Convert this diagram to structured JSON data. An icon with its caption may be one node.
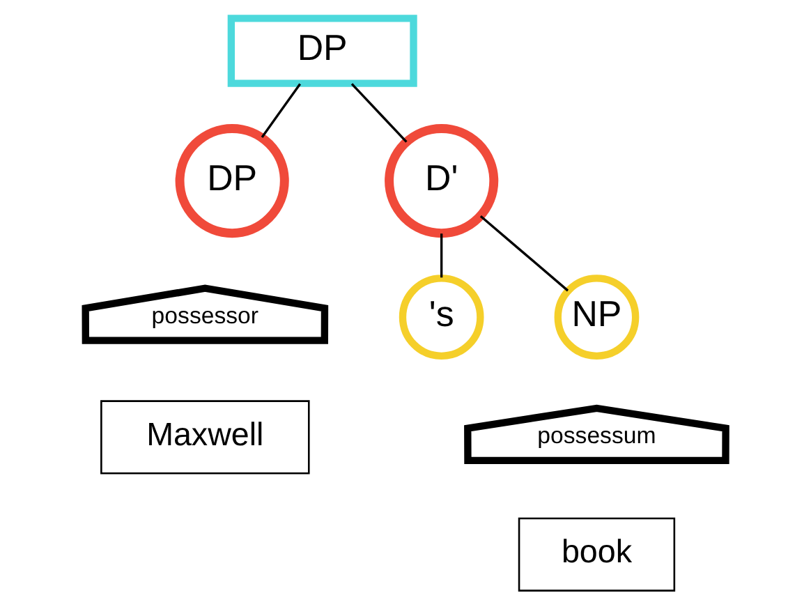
{
  "diagram": {
    "nodes": [
      {
        "text": [
          "DP"
        ]
      },
      {
        "text": [
          "DP"
        ]
      },
      {
        "text": [
          "D'"
        ]
      },
      {
        "text": [
          "'s"
        ]
      },
      {
        "text": [
          "NP"
        ]
      },
      {
        "text": [
          "possessor"
        ]
      },
      {
        "text": [
          "Maxwell"
        ]
      },
      {
        "text": [
          "possessum"
        ]
      },
      {
        "text": [
          "book"
        ]
      }
    ],
    "edges": [
      {
        "from": 0,
        "to": 1,
        "arrow": "none"
      },
      {
        "from": 0,
        "to": 2,
        "arrow": "none"
      },
      {
        "from": 2,
        "to": 3,
        "arrow": "none"
      },
      {
        "from": 2,
        "to": 4,
        "arrow": "none"
      }
    ]
  }
}
